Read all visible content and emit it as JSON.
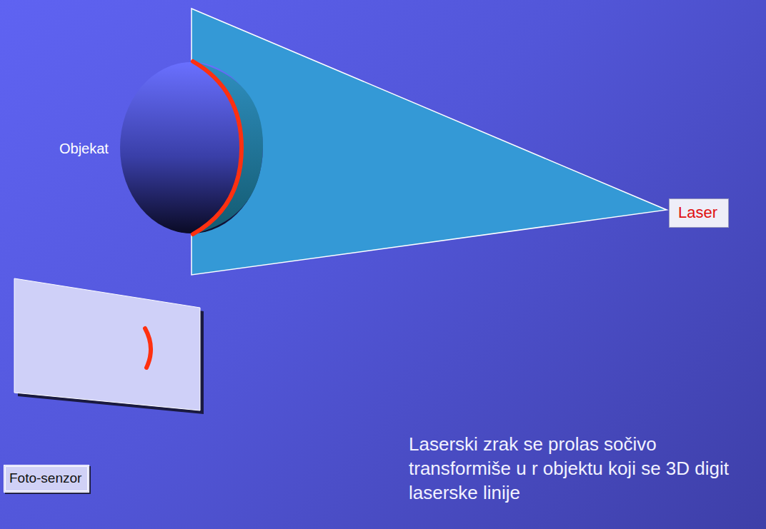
{
  "diagram": {
    "nodes": [
      {
        "text": [
          "Laser"
        ]
      },
      {
        "text": [
          "Foto-senzor"
        ]
      }
    ],
    "labels": [
      "Objekat",
      "Laserski zrak se prolas sočivo transformiše u r objektu koji se 3D digit laserske linije"
    ]
  }
}
